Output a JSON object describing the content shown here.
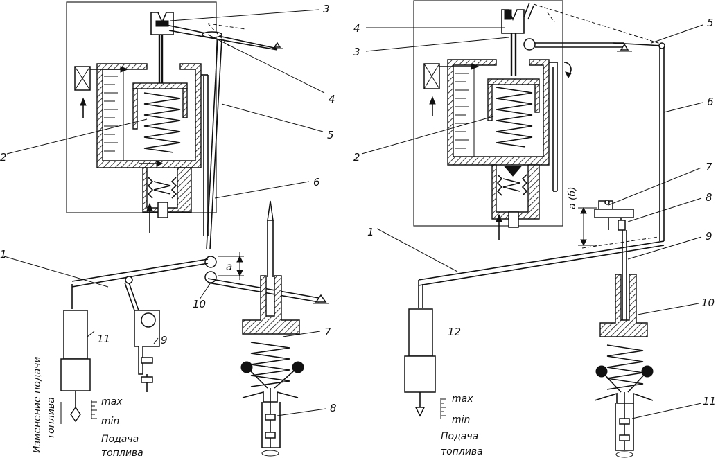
{
  "left_diagram": {
    "callouts": [
      "3",
      "4",
      "5",
      "6",
      "2",
      "1",
      "10",
      "11",
      "9",
      "7",
      "8"
    ],
    "dimension_label": "a",
    "scale_max": "max",
    "scale_min": "min",
    "caption_line1": "Подача",
    "caption_line2": "топлива",
    "vertical_label_line1": "Изменение подачи",
    "vertical_label_line2": "топлива"
  },
  "right_diagram": {
    "callouts": [
      "4",
      "3",
      "5",
      "6",
      "2",
      "7",
      "8",
      "1",
      "9",
      "10",
      "12",
      "11"
    ],
    "dimension_label": "a (б)",
    "scale_max": "max",
    "scale_min": "min",
    "caption_line1": "Подача",
    "caption_line2": "топлива"
  }
}
